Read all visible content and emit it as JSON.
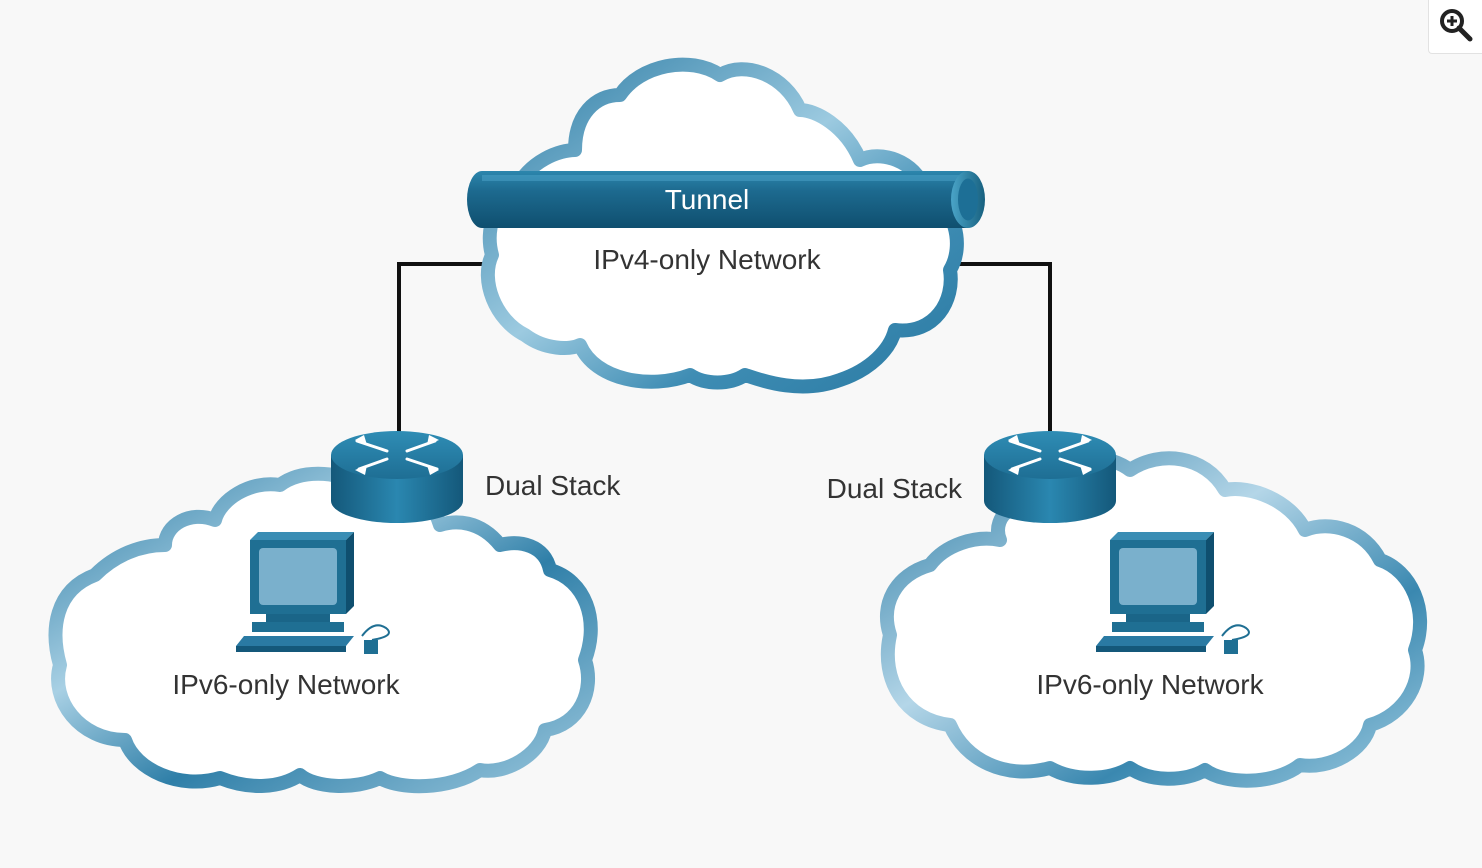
{
  "toolbar": {
    "zoom_icon": "zoom-in-icon"
  },
  "diagram": {
    "tunnel_label": "Tunnel",
    "ipv4_cloud_label": "IPv4-only Network",
    "left_router_label": "Dual Stack",
    "right_router_label": "Dual Stack",
    "left_cloud_label": "IPv6-only Network",
    "right_cloud_label": "IPv6-only Network"
  },
  "colors": {
    "background": "#f8f8f8",
    "cloud_outline_dark": "#2a7aa3",
    "cloud_outline_light": "#b8d8e8",
    "device_blue": "#1f6f93",
    "screen_blue": "#7ab0cc",
    "link_line": "#111111",
    "text": "#333333"
  }
}
